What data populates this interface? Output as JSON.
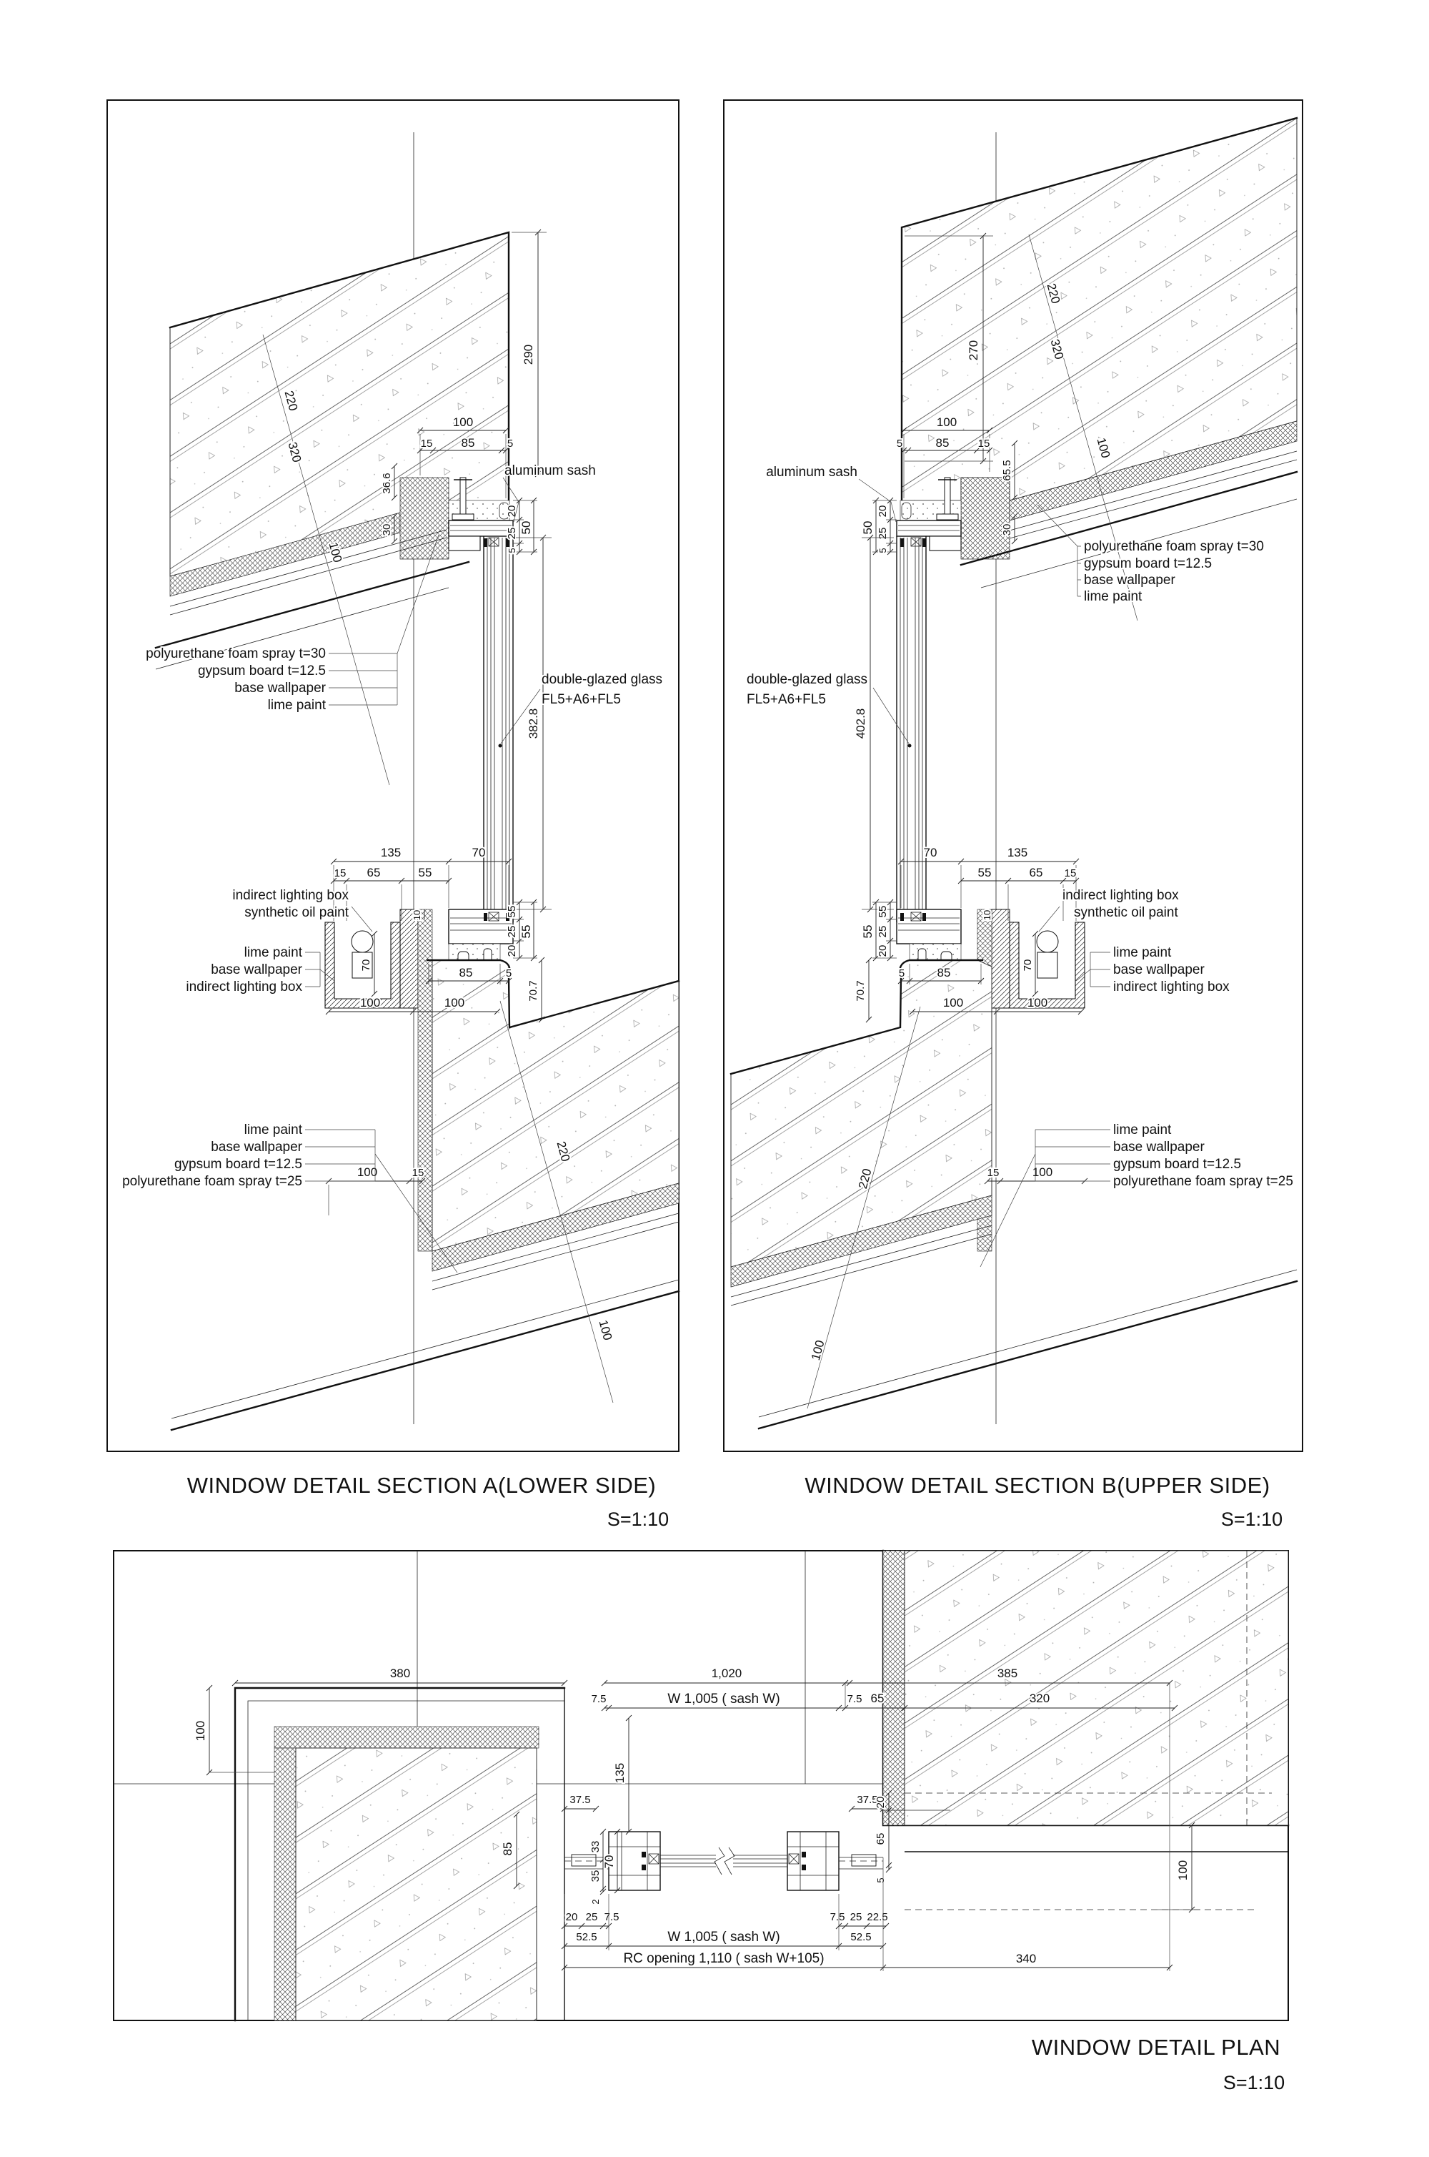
{
  "titles": {
    "section_a": "WINDOW DETAIL SECTION A(LOWER SIDE)",
    "section_b": "WINDOW DETAIL SECTION B(UPPER SIDE)",
    "plan": "WINDOW DETAIL PLAN",
    "scale": "S=1:10"
  },
  "labels": {
    "aluminum_sash": "aluminum sash",
    "glass1": "double-glazed glass",
    "glass2": "FL5+A6+FL5",
    "pu30": "polyurethane foam spray t=30",
    "pu25": "polyurethane foam spray t=25",
    "gypsum": "gypsum board t=12.5",
    "wallpaper": "base wallpaper",
    "lime": "lime paint",
    "lightbox": "indirect lighting box",
    "oil_paint": "synthetic oil paint",
    "w1005": "W 1,005 ( sash W)",
    "rc_opening": "RC opening 1,110 ( sash W+105)"
  },
  "vals": {
    "v2": "2",
    "v5": "5",
    "v7_5": "7.5",
    "v10": "10",
    "v15": "15",
    "v20": "20",
    "v22_5": "22.5",
    "v25": "25",
    "v30": "30",
    "v33": "33",
    "v35": "35",
    "v36_6": "36.6",
    "v37_5": "37.5",
    "v50": "50",
    "v52_5": "52.5",
    "v55": "55",
    "v65": "65",
    "v65_5": "65.5",
    "v70": "70",
    "v70_7": "70.7",
    "v85": "85",
    "v100": "100",
    "v135": "135",
    "v220": "220",
    "v270": "270",
    "v290": "290",
    "v320": "320",
    "v340": "340",
    "v380": "380",
    "v382_8": "382.8",
    "v385": "385",
    "v402_8": "402.8",
    "v1020": "1,020"
  }
}
